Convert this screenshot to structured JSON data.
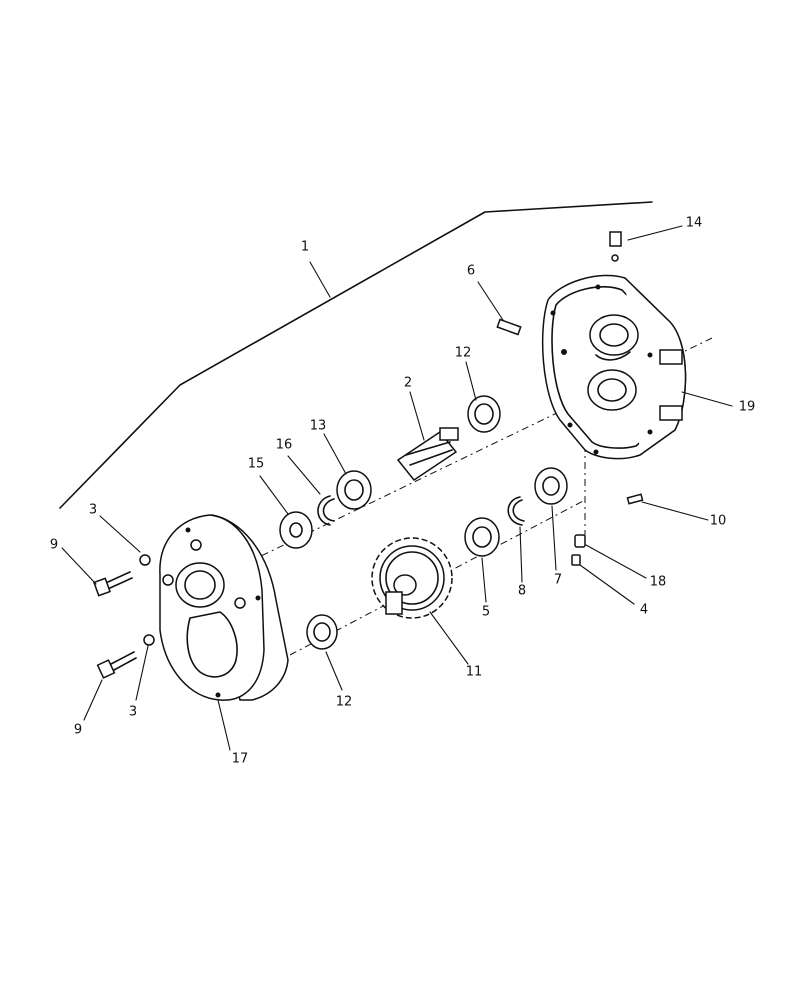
{
  "callouts": {
    "c1": "1",
    "c2": "2",
    "c3a": "3",
    "c3b": "3",
    "c4": "4",
    "c5": "5",
    "c6": "6",
    "c7": "7",
    "c8": "8",
    "c9a": "9",
    "c9b": "9",
    "c10": "10",
    "c11": "11",
    "c12a": "12",
    "c12b": "12",
    "c13": "13",
    "c14": "14",
    "c15": "15",
    "c16": "16",
    "c17": "17",
    "c18": "18",
    "c19": "19"
  }
}
